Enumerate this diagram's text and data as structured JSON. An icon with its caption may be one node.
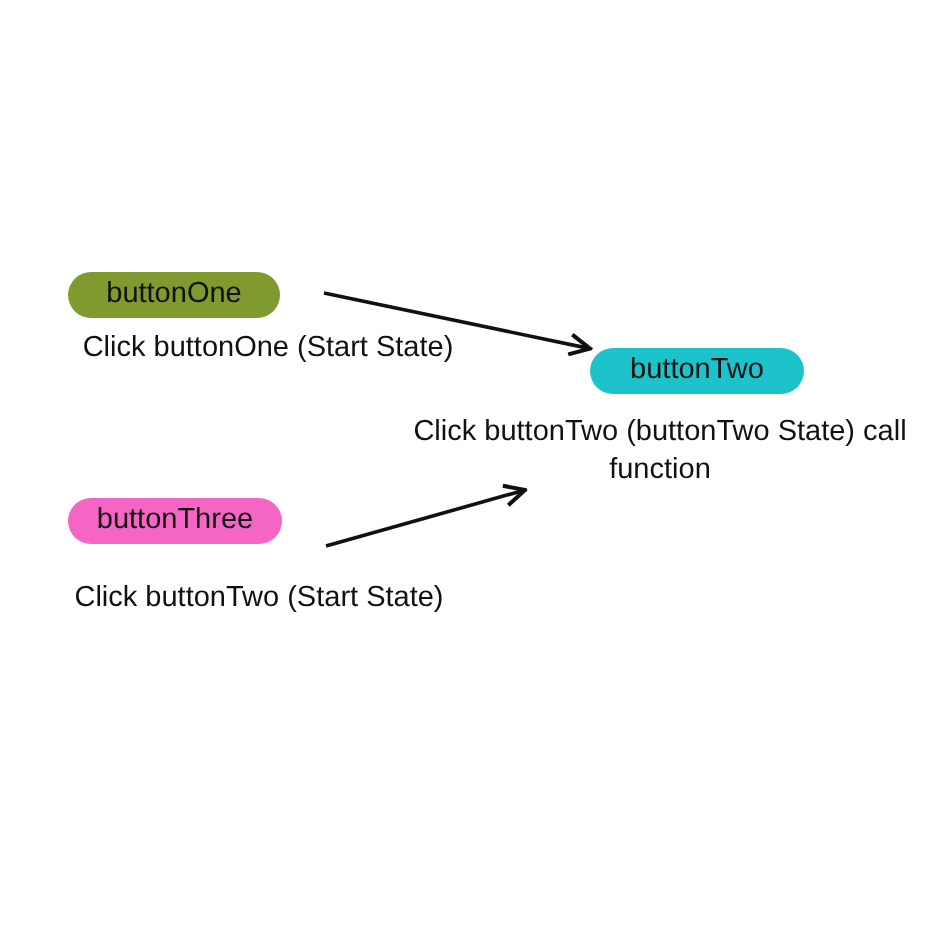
{
  "diagram": {
    "nodes": [
      {
        "text": [
          "buttonOne"
        ],
        "beside": [
          "Click buttonOne (Start State)"
        ]
      },
      {
        "text": [
          "buttonTwo"
        ],
        "beside": [
          "Click buttonTwo (buttonTwo State) call function"
        ]
      },
      {
        "text": [
          "buttonThree"
        ],
        "beside": [
          "Click buttonTwo (Start State)"
        ]
      }
    ],
    "edges": [
      {
        "from": 0,
        "to": 1,
        "arrow": "to"
      },
      {
        "from": 2,
        "to": 1,
        "arrow": "to"
      }
    ]
  }
}
